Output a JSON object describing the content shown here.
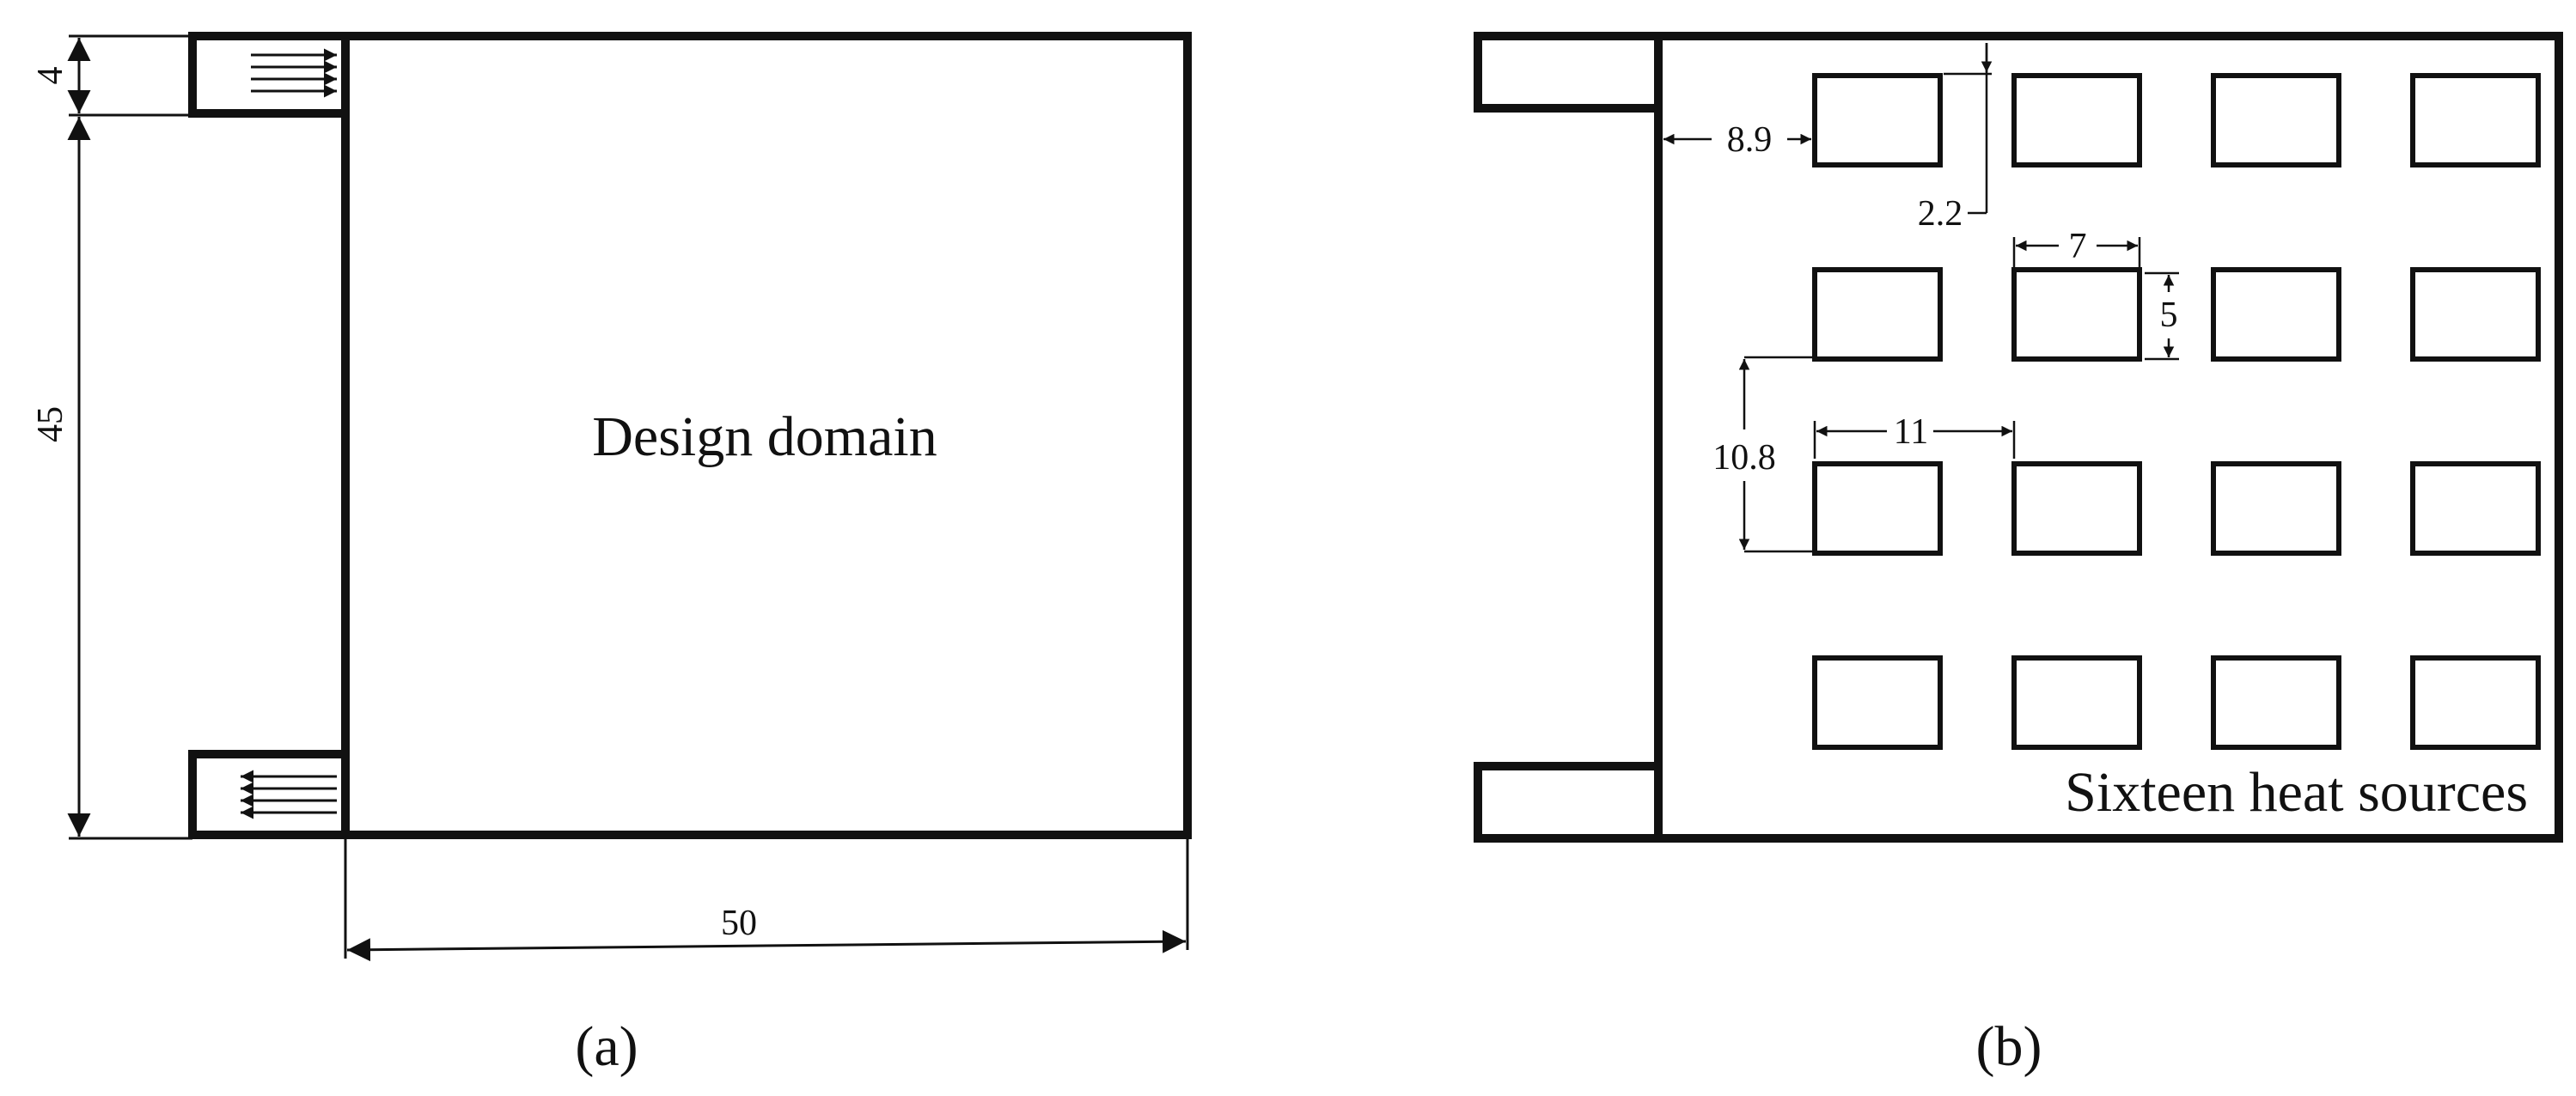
{
  "panel_a": {
    "domain_label": "Design domain",
    "dims": {
      "inlet_height": "4",
      "height": "45",
      "width": "50"
    },
    "caption": "(a)"
  },
  "panel_b": {
    "heat_sources_label": "Sixteen heat sources",
    "heat_source_count": 16,
    "dims": {
      "left_gap": "8.9",
      "top_gap": "2.2",
      "source_width": "7",
      "source_height": "5",
      "horizontal_pitch": "11",
      "vertical_pitch": "10.8"
    },
    "caption": "(b)"
  },
  "colors": {
    "line": "#111111",
    "background": "#ffffff"
  }
}
